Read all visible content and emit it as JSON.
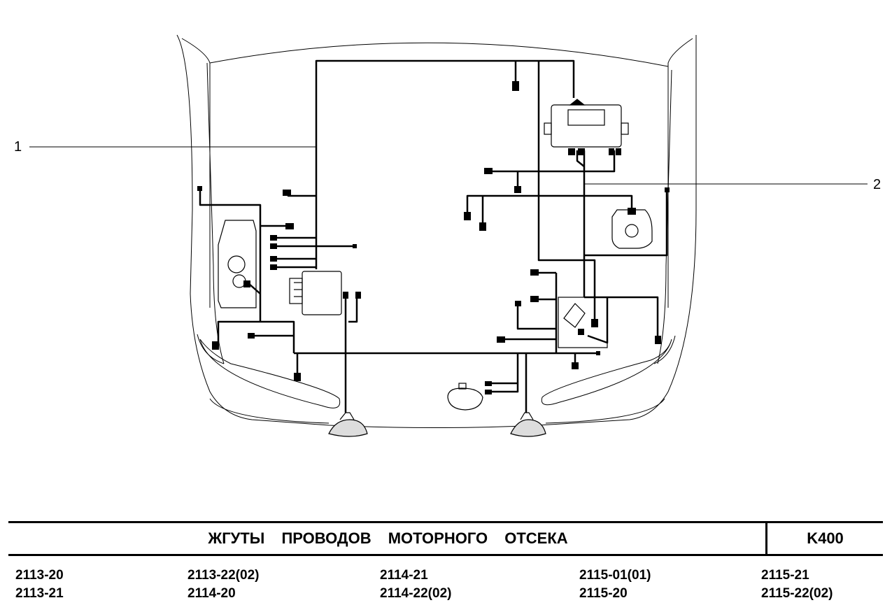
{
  "diagram": {
    "callouts": [
      {
        "id": "1",
        "label": "1"
      },
      {
        "id": "2",
        "label": "2"
      }
    ],
    "line_color": "#000000",
    "background": "#ffffff"
  },
  "title_block": {
    "title": "ЖГУТЫ ПРОВОДОВ МОТОРНОГО ОТСЕКА",
    "sheet_code": "K400"
  },
  "models": [
    [
      "2113-20",
      "2113-21"
    ],
    [
      "2113-22(02)",
      "2114-20"
    ],
    [
      "2114-21",
      "2114-22(02)"
    ],
    [
      "2115-01(01)",
      "2115-20"
    ],
    [
      "2115-21",
      "2115-22(02)"
    ]
  ]
}
